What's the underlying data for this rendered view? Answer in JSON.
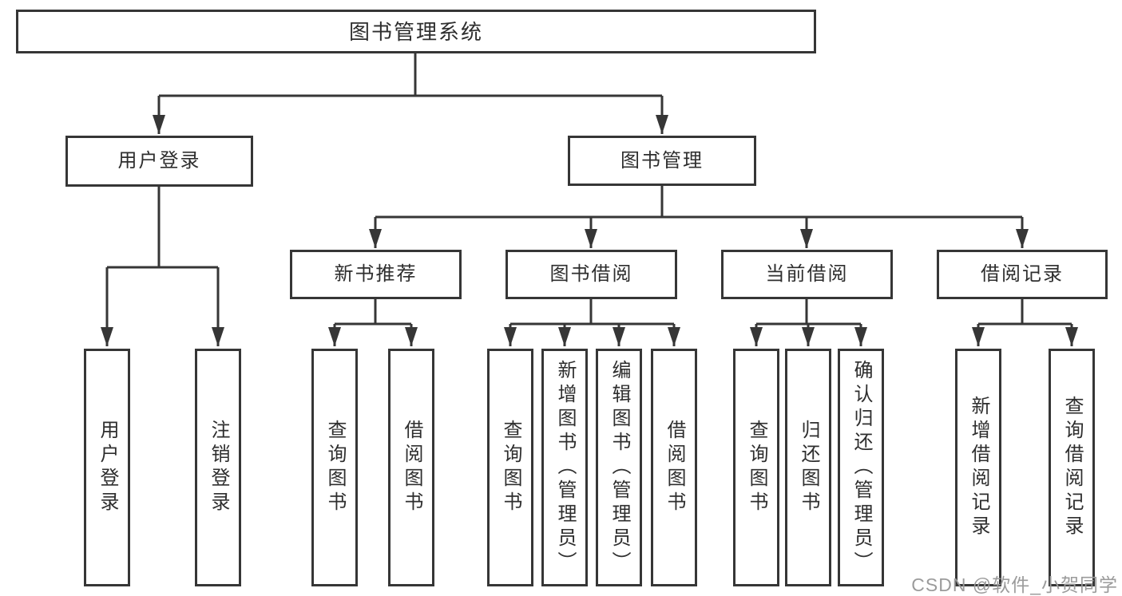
{
  "tree": {
    "root": {
      "label": "图书管理系统",
      "children": [
        {
          "label": "用户登录",
          "children": [
            {
              "label": "用户登录"
            },
            {
              "label": "注销登录"
            }
          ]
        },
        {
          "label": "图书管理",
          "children": [
            {
              "label": "新书推荐",
              "children": [
                {
                  "label": "查询图书"
                },
                {
                  "label": "借阅图书"
                }
              ]
            },
            {
              "label": "图书借阅",
              "children": [
                {
                  "label": "查询图书"
                },
                {
                  "label": "新增图书（管理员）"
                },
                {
                  "label": "编辑图书（管理员）"
                },
                {
                  "label": "借阅图书"
                }
              ]
            },
            {
              "label": "当前借阅",
              "children": [
                {
                  "label": "查询图书"
                },
                {
                  "label": "归还图书"
                },
                {
                  "label": "确认归还（管理员）"
                }
              ]
            },
            {
              "label": "借阅记录",
              "children": [
                {
                  "label": "新增借阅记录"
                },
                {
                  "label": "查询借阅记录"
                }
              ]
            }
          ]
        }
      ]
    }
  },
  "watermark": {
    "text": "CSDN @软件_小贺同学",
    "color": "#9b9b9b"
  },
  "style": {
    "line_color": "#363636",
    "text_color": "#2e2e2e",
    "background": "#ffffff"
  }
}
